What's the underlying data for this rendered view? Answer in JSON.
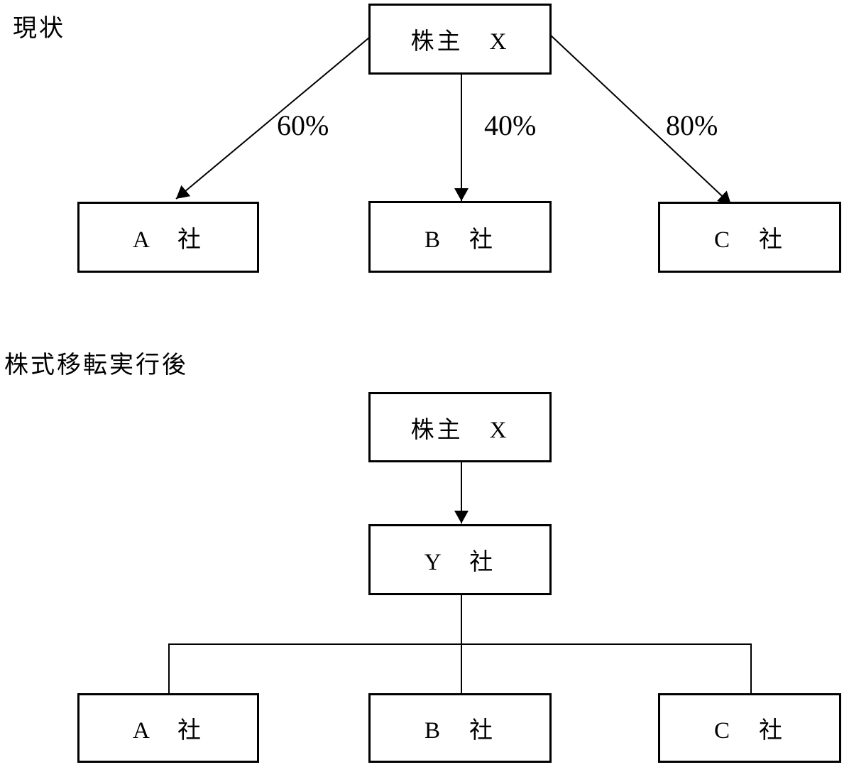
{
  "diagram": {
    "colors": {
      "background": "#ffffff",
      "line": "#000000",
      "text": "#000000"
    },
    "current": {
      "title": "現状",
      "shareholder": "株主　X",
      "company_a": "A　社",
      "company_b": "B　社",
      "company_c": "C　社",
      "ownership_a": "60%",
      "ownership_b": "40%",
      "ownership_c": "80%"
    },
    "after": {
      "title": "株式移転実行後",
      "shareholder": "株主　X",
      "holding_y": "Y　社",
      "company_a": "A　社",
      "company_b": "B　社",
      "company_c": "C　社"
    }
  }
}
